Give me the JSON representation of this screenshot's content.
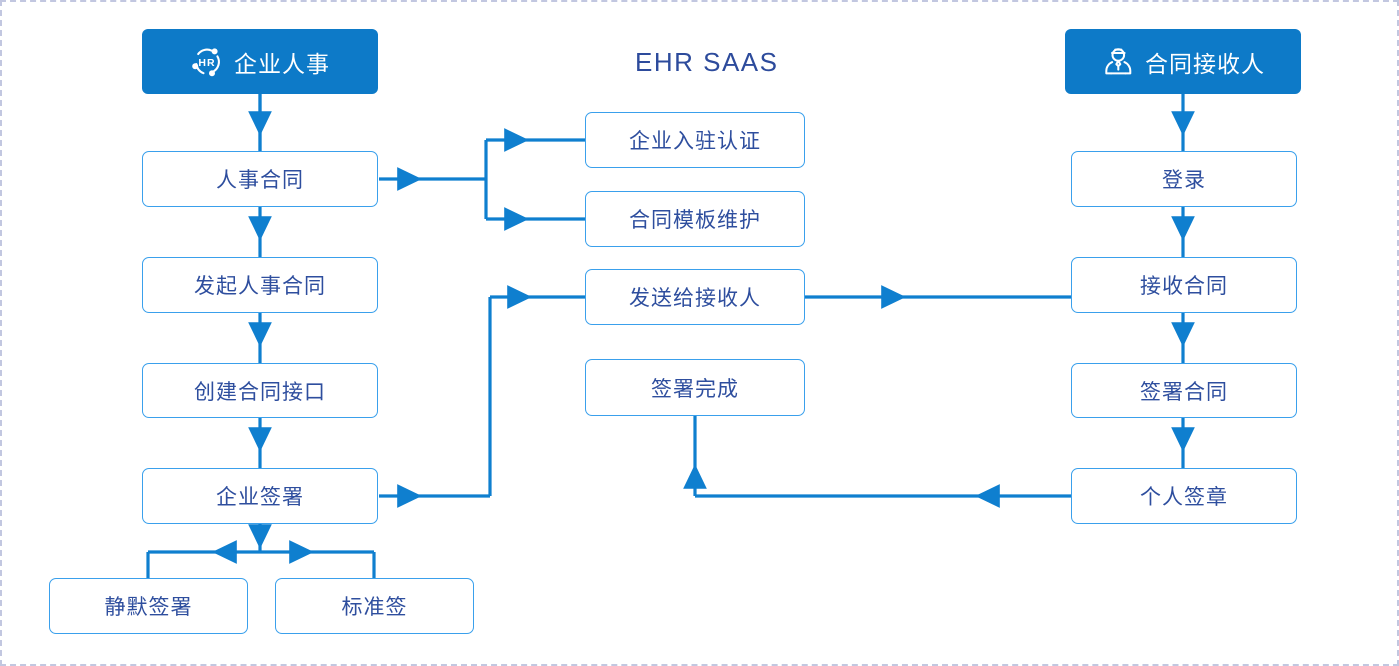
{
  "diagram": {
    "title": "EHR SAAS",
    "colors": {
      "header_fill": "#0d7ac8",
      "node_border": "#3aa0ec",
      "node_text": "#2e4e9e",
      "connector": "#0f7fcf",
      "page_border": "#c2c7e0",
      "title_text": "#2d4b9c"
    },
    "lanes": {
      "left": {
        "header": {
          "label": "企业人事",
          "icon": "hr-logo-icon"
        },
        "nodes": [
          {
            "id": "hr-contract",
            "label": "人事合同"
          },
          {
            "id": "initiate-hr-contract",
            "label": "发起人事合同"
          },
          {
            "id": "create-contract-interface",
            "label": "创建合同接口"
          },
          {
            "id": "enterprise-sign",
            "label": "企业签署"
          },
          {
            "id": "silent-sign",
            "label": "静默签署"
          },
          {
            "id": "standard-sign",
            "label": "标准签"
          }
        ]
      },
      "center": {
        "header": {
          "label": "EHR SAAS"
        },
        "nodes": [
          {
            "id": "enterprise-onboarding-auth",
            "label": "企业入驻认证"
          },
          {
            "id": "contract-template-maintenance",
            "label": "合同模板维护"
          },
          {
            "id": "send-to-receiver",
            "label": "发送给接收人"
          },
          {
            "id": "signing-complete",
            "label": "签署完成"
          }
        ]
      },
      "right": {
        "header": {
          "label": "合同接收人",
          "icon": "business-person-icon"
        },
        "nodes": [
          {
            "id": "login",
            "label": "登录"
          },
          {
            "id": "receive-contract",
            "label": "接收合同"
          },
          {
            "id": "sign-contract",
            "label": "签署合同"
          },
          {
            "id": "personal-seal",
            "label": "个人签章"
          }
        ]
      }
    }
  }
}
